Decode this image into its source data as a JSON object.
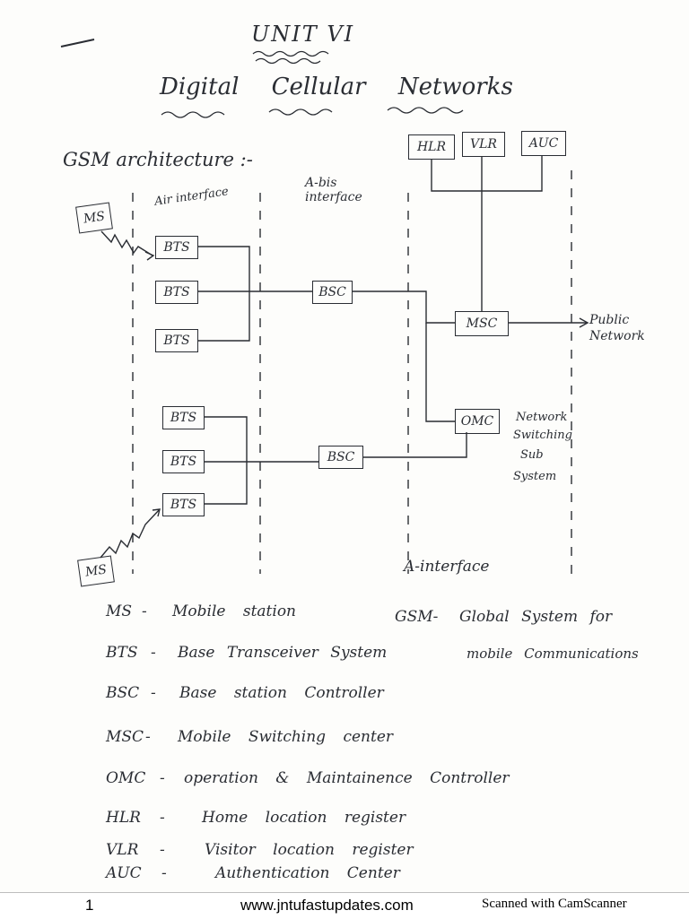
{
  "title": "UNIT VI",
  "subtitle": "Digital Cellular Networks",
  "section_heading": "GSM architecture :-",
  "diagram": {
    "air_interface": "Air interface",
    "abis_interface": "A-bis interface",
    "a_interface": "A-interface",
    "ms_label": "MS",
    "bts_label": "BTS",
    "bsc_label": "BSC",
    "msc_label": "MSC",
    "omc_label": "OMC",
    "hlr_label": "HLR",
    "vlr_label": "VLR",
    "auc_label": "AUC",
    "public_network": "Public Network",
    "nss_label_1": "Network",
    "nss_label_2": "Switching",
    "nss_label_3": "Sub",
    "nss_label_4": "System"
  },
  "glossary": [
    {
      "abbr": "MS",
      "def": "Mobile station"
    },
    {
      "abbr": "BTS",
      "def": "Base Transceiver System"
    },
    {
      "abbr": "BSC",
      "def": "Base station Controller"
    },
    {
      "abbr": "MSC",
      "def": "Mobile Switching center"
    },
    {
      "abbr": "OMC",
      "def": "operation & Maintainence Controller"
    },
    {
      "abbr": "HLR",
      "def": "Home location register"
    },
    {
      "abbr": "VLR",
      "def": "Visitor location register"
    },
    {
      "abbr": "AUC",
      "def": "Authentication Center"
    }
  ],
  "gsm_note": {
    "abbr": "GSM-",
    "line1": "Global System for",
    "line2": "mobile Communications"
  },
  "footer": {
    "page_number": "1",
    "website": "www.jntufastupdates.com",
    "scanner": "Scanned with CamScanner"
  }
}
